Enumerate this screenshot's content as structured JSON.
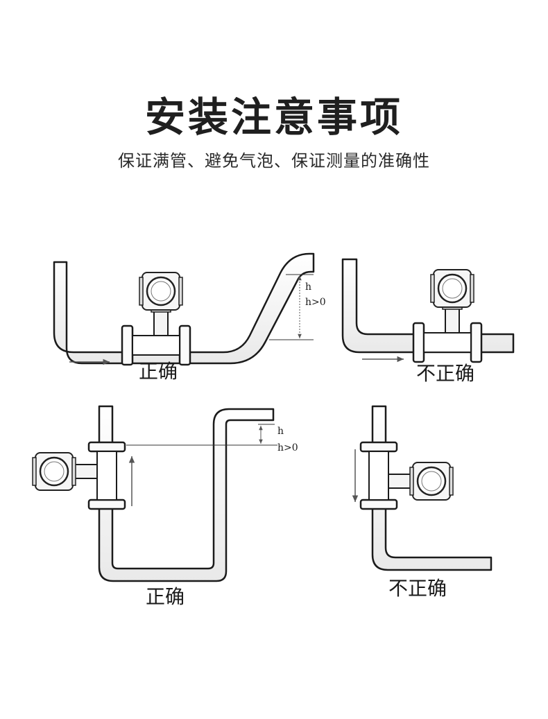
{
  "header": {
    "title": "安装注意事项",
    "subtitle": "保证满管、避免气泡、保证测量的准确性"
  },
  "diagrams": [
    {
      "label": "正确",
      "h_label": "h",
      "condition_label": "h>0"
    },
    {
      "label": "不正确"
    },
    {
      "label": "正确",
      "h_label": "h",
      "condition_label": "h>0"
    },
    {
      "label": "不正确"
    }
  ]
}
